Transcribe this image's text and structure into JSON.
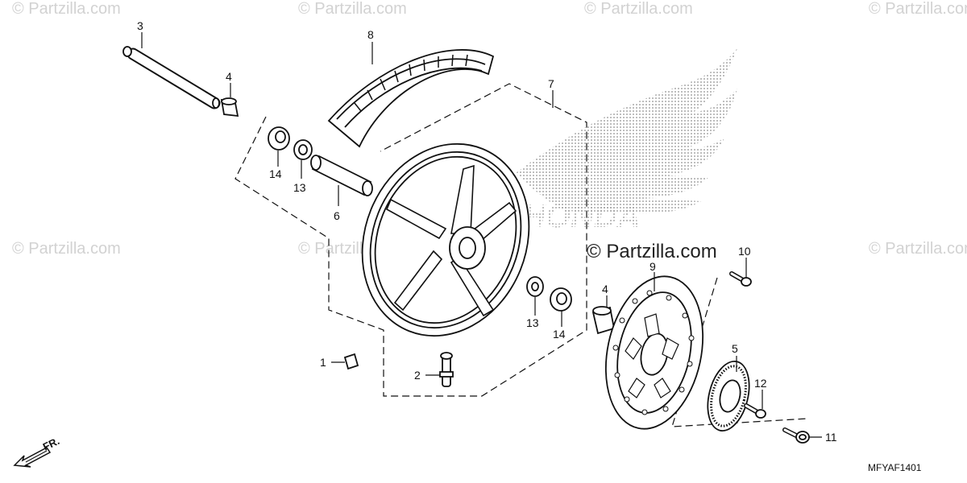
{
  "watermark": {
    "text": "© Partzilla.com",
    "credit": "© Partzilla.com"
  },
  "logo": {
    "text": "HONDA"
  },
  "diagram_code": "MFYAF1401",
  "direction": {
    "label": "FR."
  },
  "callouts": {
    "c1": "1",
    "c2": "2",
    "c3": "3",
    "c4a": "4",
    "c4b": "4",
    "c5": "5",
    "c6": "6",
    "c7": "7",
    "c8": "8",
    "c9": "9",
    "c10": "10",
    "c11": "11",
    "c12": "12",
    "c13a": "13",
    "c13b": "13",
    "c14a": "14",
    "c14b": "14"
  }
}
